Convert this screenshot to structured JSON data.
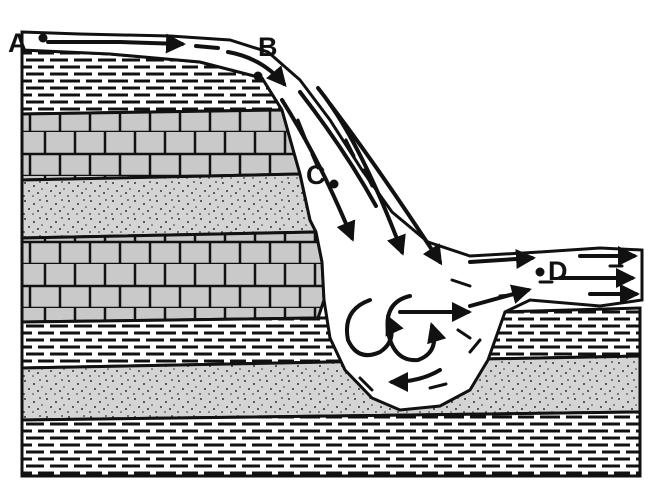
{
  "diagram": {
    "points": [
      {
        "id": "A",
        "label": "A"
      },
      {
        "id": "B",
        "label": "B"
      },
      {
        "id": "C",
        "label": "C"
      },
      {
        "id": "D",
        "label": "D"
      }
    ],
    "colors": {
      "ink": "#111111",
      "rock_fill": "#c9c9c9",
      "water": "#ffffff",
      "background": "#ffffff"
    },
    "icons": {
      "flow_arrow": "arrow-head-icon",
      "point_marker": "dot-icon"
    }
  }
}
